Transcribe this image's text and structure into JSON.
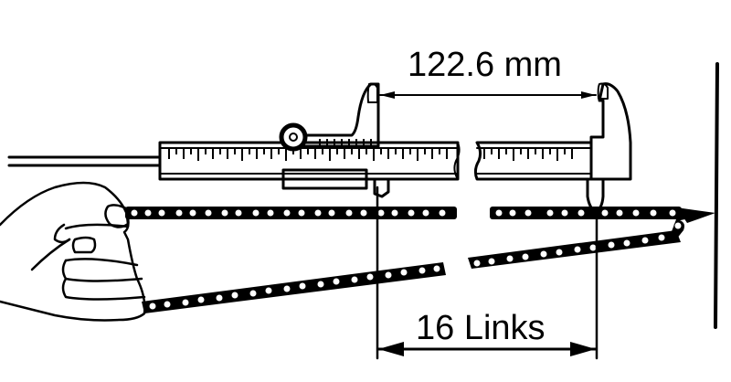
{
  "diagram": {
    "type": "technical-illustration",
    "subject": "timing chain elongation measurement with vernier caliper",
    "labels": {
      "measurement": "122.6 mm",
      "link_count": "16 Links"
    },
    "elements": [
      {
        "name": "vernier-caliper",
        "description": "caliper with sliding jaw and thumb roller measuring between chain pins"
      },
      {
        "name": "hand",
        "description": "hand holding the end of the chain taut"
      },
      {
        "name": "timing-chain",
        "description": "roller chain stretched in a loop from hand to a hook on the wall"
      },
      {
        "name": "wall-hook",
        "description": "vertical support on the right with the chain looped over a hook"
      },
      {
        "name": "dimension-line-top",
        "description": "arrowed line between caliper jaw tips labeled with the measurement"
      },
      {
        "name": "dimension-line-bottom",
        "description": "arrowed line between extension lines labeled with link count"
      }
    ],
    "colors": {
      "ink": "#000000",
      "background": "#ffffff"
    }
  }
}
